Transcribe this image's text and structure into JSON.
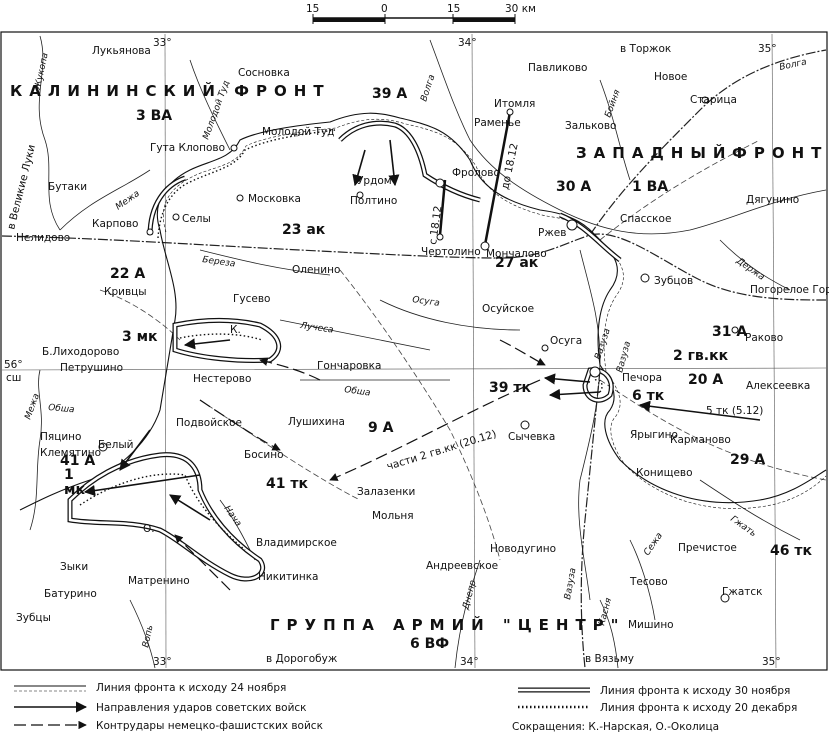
{
  "scale": {
    "ticks": [
      "15",
      "0",
      "15",
      "30 км"
    ]
  },
  "grid_labels": {
    "lon_33_top": "33°",
    "lon_34_top": "34°",
    "lon_35_top": "35°",
    "lon_33_bot": "33°",
    "lon_34_bot": "34°",
    "lon_35_bot": "35°",
    "lat_56": "56°",
    "lat_56b": "сш"
  },
  "fronts": {
    "kalinin": "КАЛИНИНСКИЙ ФРОНТ",
    "western1": "ЗАПАДНЫЙ",
    "western2": "ФРОНТ",
    "army_group": "ГРУППА АРМИЙ \"ЦЕНТР\""
  },
  "armies": {
    "a39": "39 А",
    "a30": "30 А",
    "a22": "22 А",
    "a31": "31 А",
    "a20": "20 А",
    "a29": "29 А",
    "a41": "41 А",
    "a9": "9 А",
    "va3": "3 ВА",
    "va1": "1 ВА",
    "vf6": "6 ВФ",
    "ak23": "23 ак",
    "ak27": "27 ак",
    "mk3": "3 мк",
    "mk1": "1",
    "mk1b": "мк",
    "tk41": "41 тк",
    "tk39": "39 тк",
    "tk6": "6 тк",
    "tk46": "46 тк",
    "gvkk2": "2 гв.кк",
    "tk5": "5 тк (5.12)",
    "gvkk_note": "части 2 гв.кк (20.12)"
  },
  "dates": {
    "d1812a": "до 18.12",
    "d1812b": "с 18.12"
  },
  "places": {
    "lukyanova": "Лукьянова",
    "sosnovka": "Сосновка",
    "pavlikovo": "Павликово",
    "novoe": "Новое",
    "staritsa": "Старица",
    "torzhok": "в Торжок",
    "itomlya": "Итомля",
    "ramenye": "Раменье",
    "zalkovo": "Зальково",
    "molodoy_tud": "Молодой Туд",
    "guta": "Гута Клопово",
    "frolovo": "Фролово",
    "urdom": "Урдом",
    "butaki": "Бутаки",
    "karpovo": "Карпово",
    "sely": "Селы",
    "moskovka": "Московка",
    "poltino": "Полтино",
    "spasskoe": "Спасское",
    "dyagunino": "Дягунино",
    "nelidovo": "Нелидово",
    "velikie_luki": "в Великие Луки",
    "rzhev": "Ржев",
    "chertolino": "Чертолино",
    "monchalovo": "Мончалово",
    "olenino": "Оленино",
    "zubtsov": "Зубцов",
    "pogoreloe": "Погорелое Городище",
    "kriivtsy": "Кривцы",
    "gusevo": "Гусево",
    "osugskoe": "Осуйское",
    "rakovo": "Раково",
    "b_lihodorovo": "Б.Лиходорово",
    "goncharovka": "Гончаровка",
    "osuga": "Осуга",
    "petrushino": "Петрушино",
    "nesterovo": "Нестерово",
    "pechora": "Печора",
    "alekseevka": "Алексеевка",
    "podvoyskoe": "Подвойское",
    "lushikhina": "Лушихина",
    "pyatsino": "Пяцино",
    "bely": "Белый",
    "sychevka": "Сычевка",
    "yarygino": "Ярыгино",
    "karmanovo": "Карманово",
    "klemyatino": "Клемятино",
    "bosino": "Босино",
    "konishchevo": "Конищево",
    "zalazenki": "Залазенки",
    "molnya": "Мольня",
    "vladimirskoe": "Владимирское",
    "novodugino": "Новодугино",
    "prechistoe": "Пречистое",
    "andreevskoe": "Андреевское",
    "zyki": "Зыки",
    "nikitinka": "Никитинка",
    "baturino": "Батурино",
    "matrenino": "Матренино",
    "tesovo": "Тесово",
    "gzhatsk": "Гжатск",
    "zubtsy": "Зубцы",
    "mishino": "Мишино",
    "dorogobuzh": "в Дорогобуж",
    "vyazma": "в Вязьму",
    "o_label": "О.",
    "k_label": "К."
  },
  "rivers": {
    "zhukopa": "Жукопа",
    "mezha": "Межа",
    "molodoy_tud_r": "Молодой Туд",
    "volga": "Волга",
    "bobrik": "Бойня",
    "volga_e": "Волга",
    "vazuza": "Вазуза",
    "berezA": "Береза",
    "luchesa": "Лучеса",
    "obsha": "Обша",
    "obsha2": "Обша",
    "osuga_r": "Осуга",
    "nacha": "Нача",
    "gzhat": "Гжать",
    "sezha": "Сежа",
    "kasnya": "Касня",
    "dnepr": "Днепр",
    "vop": "Вопь",
    "vazuza2": "Вазуза",
    "mezha2": "Межа",
    "derzha": "Держа",
    "vazuza3": "Вазуза"
  },
  "legend": {
    "front24": "Линия фронта к исходу 24 ноября",
    "strikes": "Направления ударов советских войск",
    "counter": "Контрудары немецко-фашистских войск",
    "front30": "Линия фронта к исходу 30 ноября",
    "front20": "Линия фронта к исходу 20 декабря",
    "abbr": "Сокращения: К.-Нарская, О.-Околица"
  }
}
